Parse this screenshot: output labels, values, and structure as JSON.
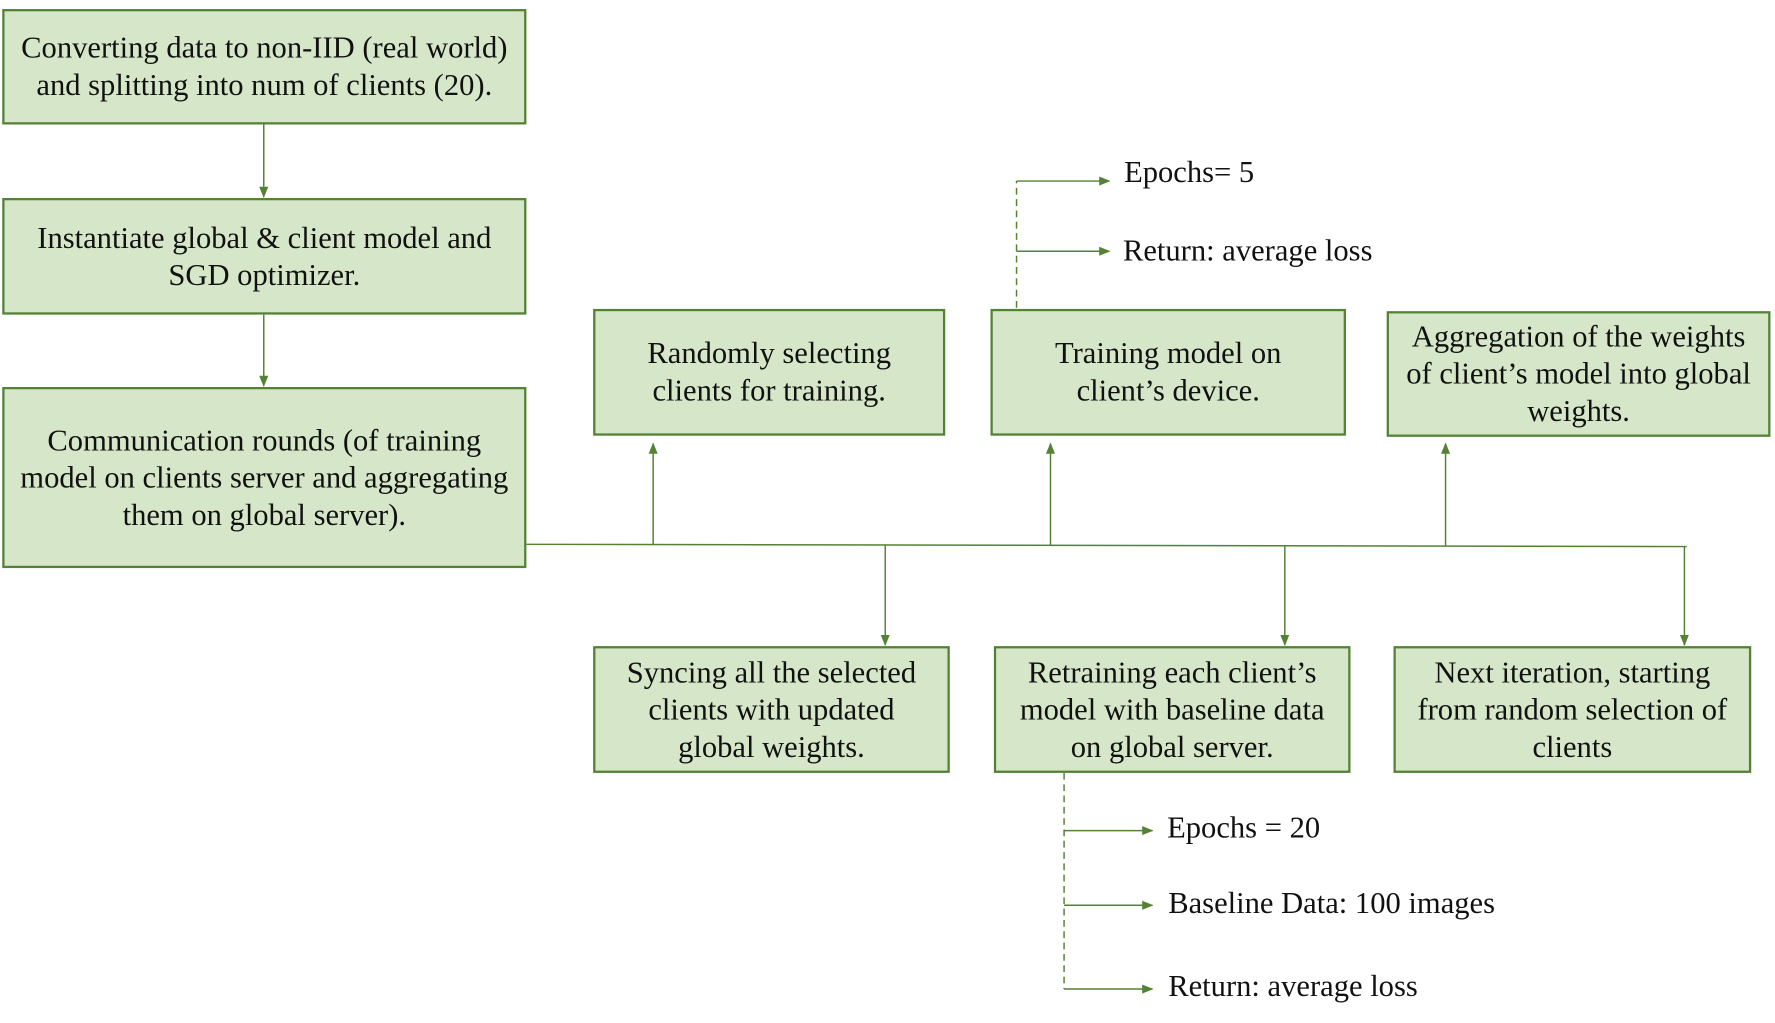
{
  "colors": {
    "box_fill": "#d5e7c8",
    "stroke": "#548235"
  },
  "steps": {
    "convert": "Converting data to non-IID (real world) and splitting into num of clients (20).",
    "instantiate": "Instantiate global & client model and SGD optimizer.",
    "rounds": "Communication rounds (of training model on clients server and aggregating them on global server).",
    "select": "Randomly selecting clients for training.",
    "train": "Training model on client’s device.",
    "aggregate": "Aggregation of the weights of client’s model into global weights.",
    "sync": "Syncing all the selected clients with updated global weights.",
    "retrain": "Retraining each client’s model with baseline data on global server.",
    "next": "Next iteration, starting from random selection of clients"
  },
  "train_details": [
    "Epochs= 5",
    "Return: average loss"
  ],
  "retrain_details": [
    "Epochs = 20",
    "Baseline Data: 100 images",
    "Return: average loss"
  ]
}
